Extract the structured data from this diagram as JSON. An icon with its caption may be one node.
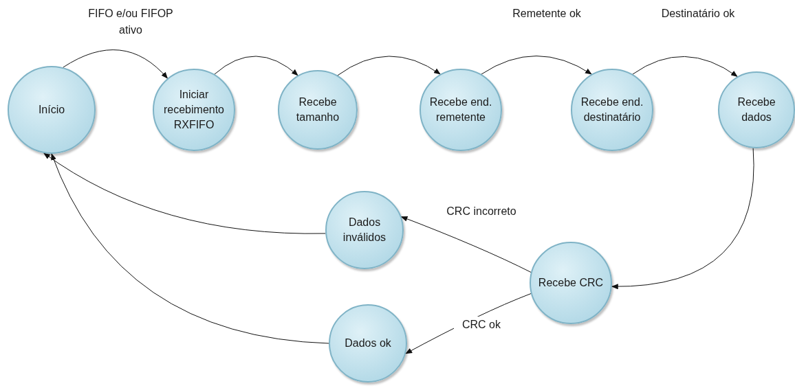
{
  "diagram": {
    "nodes": [
      {
        "text": [
          "Início"
        ]
      },
      {
        "text": [
          "Iniciar recebimento RXFIFO"
        ]
      },
      {
        "text": [
          "Recebe tamanho"
        ]
      },
      {
        "text": [
          "Recebe end. remetente"
        ]
      },
      {
        "text": [
          "Recebe end. destinatário"
        ]
      },
      {
        "text": [
          "Recebe dados"
        ]
      },
      {
        "text": [
          "Dados inválidos"
        ]
      },
      {
        "text": [
          "Recebe CRC"
        ]
      },
      {
        "text": [
          "Dados ok"
        ]
      }
    ],
    "edges": [
      {
        "from": 0,
        "to": 1,
        "arrow": "to",
        "label": "FIFO e/ou FIFOP ativo"
      },
      {
        "from": 1,
        "to": 2,
        "arrow": "to"
      },
      {
        "from": 2,
        "to": 3,
        "arrow": "to"
      },
      {
        "from": 3,
        "to": 4,
        "arrow": "to",
        "label": "Remetente ok"
      },
      {
        "from": 4,
        "to": 5,
        "arrow": "to",
        "label": "Destinatário ok"
      },
      {
        "from": 5,
        "to": 7,
        "arrow": "to"
      },
      {
        "from": 7,
        "to": 6,
        "arrow": "to",
        "label": "CRC incorreto"
      },
      {
        "from": 7,
        "to": 8,
        "arrow": "to",
        "label": "CRC ok"
      },
      {
        "from": 6,
        "to": 0,
        "arrow": "to"
      },
      {
        "from": 8,
        "to": 0,
        "arrow": "to"
      }
    ]
  }
}
